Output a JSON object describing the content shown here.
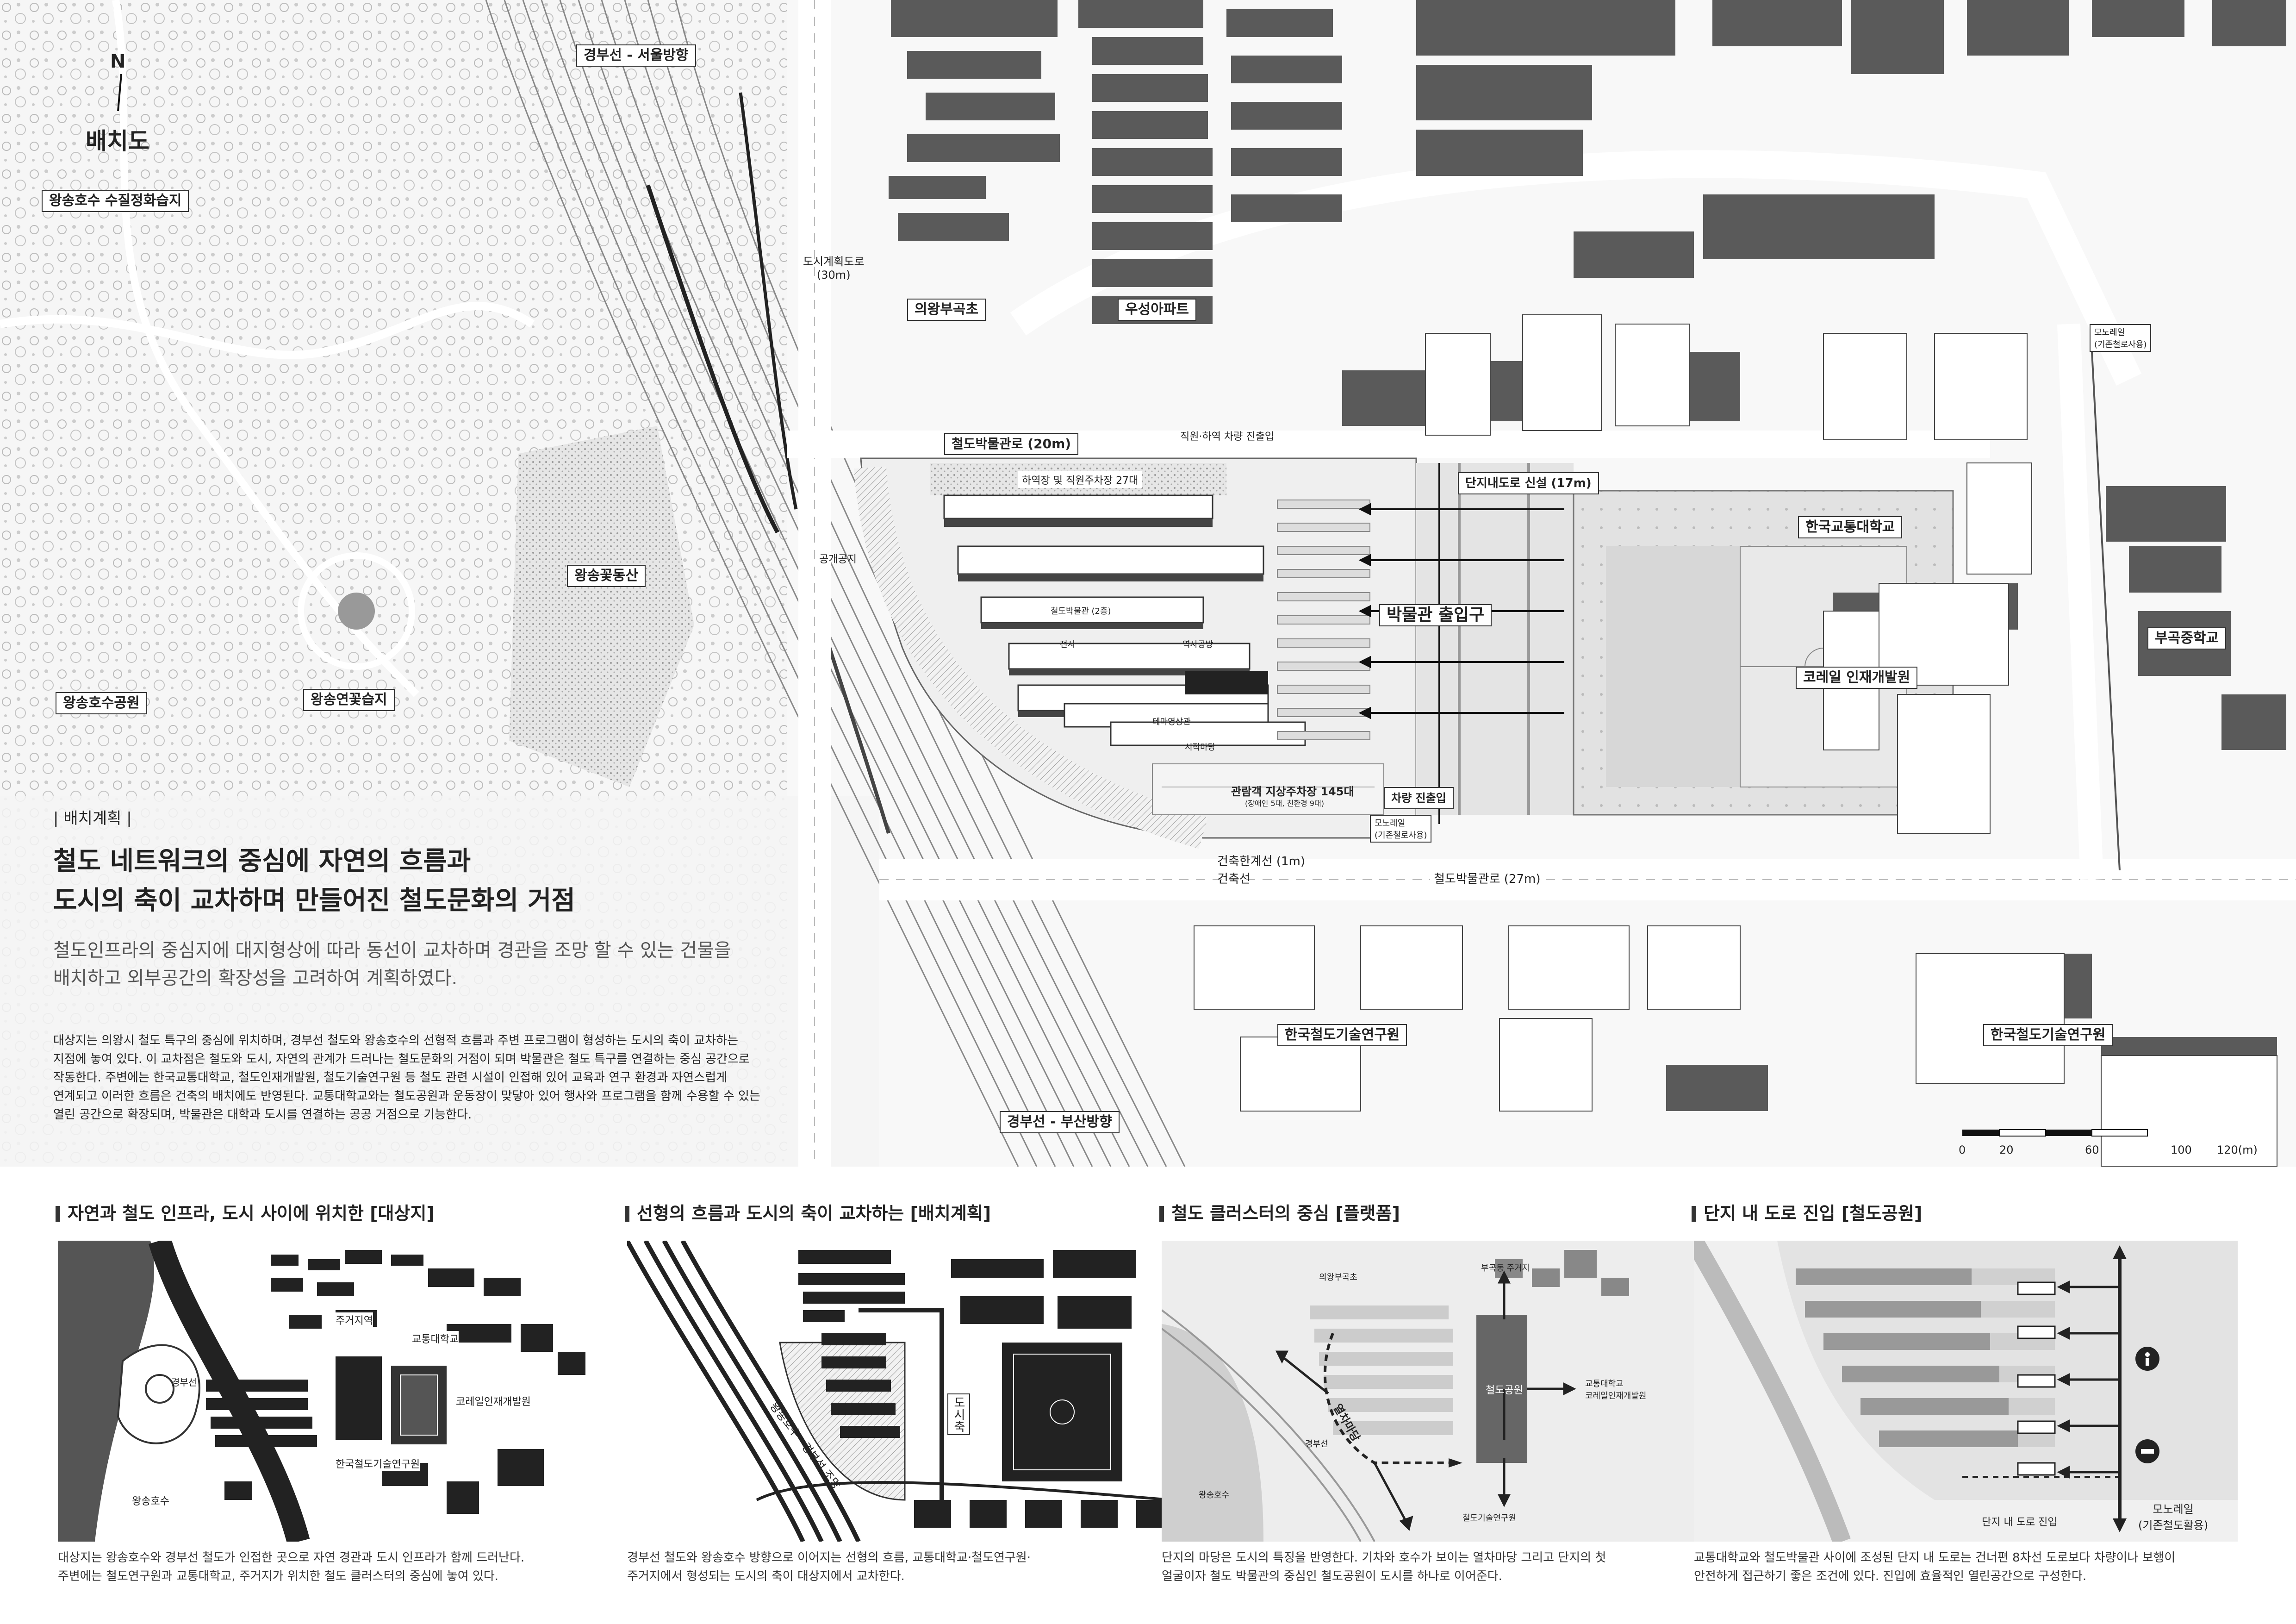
{
  "north_label": "N",
  "plan_title": "배치도",
  "labels": {
    "wetland_top": "왕송호수 수질정화습지",
    "railway_seoul": "경부선 - 서울방향",
    "city_road": "도시계획도로\n(30m)",
    "uiwang_school": "의왕부곡초",
    "woosung_apt": "우성아파트",
    "museum_road_20": "철도박물관로 (20m)",
    "staff_access": "직원·하역 차량 진출입",
    "complex_road": "단지내도로 신설 (17m)",
    "loading_parking": "하역장 및 직원주차장 27대",
    "public_space": "공개공지",
    "flower_hill": "왕송꽃동산",
    "museum_entrance": "박물관 출입구",
    "museum_2f": "철도박물관 (2층)",
    "exhibition": "전시",
    "history_hall": "역사공방",
    "theme_hall": "테마영상관",
    "platform": "시작마당",
    "visitor_parking": "관람객 지상주차장 145대",
    "visitor_parking_sub": "(장애인 5대, 친환경 9대)",
    "vehicle_access": "차량 진출입",
    "monorail": "모노레일\n(기존철로사용)",
    "monorail_top": "모노레일\n(기존철로사용)",
    "building_line": "건축한계선 (1m)",
    "building_line2": "건축선",
    "museum_road_27": "철도박물관로 (27m)",
    "wangsong_park": "왕송호수공원",
    "yeonkkot_wetland": "왕송연꽃습지",
    "knut": "한국교통대학교",
    "bugok_middle": "부곡중학교",
    "korail_hrd": "코레일 인재개발원",
    "krri_1": "한국철도기술연구원",
    "krri_2": "한국철도기술연구원",
    "railway_busan": "경부선 - 부산방향"
  },
  "plan_text": {
    "kicker": "| 배치계획 |",
    "heading_1": "철도 네트워크의 중심에 자연의 흐름과",
    "heading_2": "도시의 축이 교차하며 만들어진 철도문화의 거점",
    "lead_1": "철도인프라의 중심지에 대지형상에 따라 동선이 교차하며 경관을 조망 할 수 있는 건물을",
    "lead_2": "배치하고 외부공간의 확장성을 고려하여 계획하였다.",
    "body": [
      "대상지는 의왕시 철도 특구의 중심에 위치하며, 경부선 철도와 왕송호수의 선형적 흐름과 주변 프로그램이 형성하는 도시의 축이 교차하는",
      "지점에 놓여 있다. 이 교차점은 철도와 도시, 자연의 관계가 드러나는 철도문화의 거점이 되며 박물관은 철도 특구를 연결하는 중심 공간으로",
      "작동한다. 주변에는 한국교통대학교, 철도인재개발원, 철도기술연구원 등 철도 관련 시설이 인접해 있어 교육과 연구 환경과 자연스럽게",
      "연계되고 이러한 흐름은 건축의 배치에도 반영된다. 교통대학교와는 철도공원과 운동장이 맞닿아 있어 행사와 프로그램을 함께 수용할 수 있는",
      "열린 공간으로 확장되며, 박물관은 대학과 도시를 연결하는 공공 거점으로 기능한다."
    ]
  },
  "scale_bar": {
    "ticks": [
      "0",
      "20",
      "60",
      "100",
      "120(m)"
    ]
  },
  "panels": [
    {
      "title": "자연과 철도 인프라, 도시 사이에 위치한 [대상지]",
      "caption_1": "대상지는 왕송호수와 경부선 철도가 인접한 곳으로 자연 경관과 도시 인프라가 함께 드러난다.",
      "caption_2": "주변에는 철도연구원과 교통대학교, 주거지가 위치한 철도 클러스터의 중심에 놓여 있다.",
      "tags": {
        "residential": "주거지역",
        "univ": "교통대학교",
        "korail": "코레일인재개발원",
        "krri": "한국철도기술연구원",
        "lake": "왕송호수",
        "rail": "경부선"
      }
    },
    {
      "title": "선형의 흐름과 도시의 축이 교차하는 [배치계획]",
      "caption_1": "경부선 철도와 왕송호수 방향으로 이어지는 선형의 흐름, 교통대학교·철도연구원·",
      "caption_2": "주거지에서 형성되는 도시의 축이 대상지에서 교차한다.",
      "tags": {
        "flow": "왕송호수 · 경부선 조망",
        "axis": "도시축"
      }
    },
    {
      "title": "철도 클러스터의 중심 [플랫폼]",
      "caption_1": "단지의 마당은 도시의 특징을 반영한다. 기차와 호수가 보이는 열차마당 그리고 단지의 첫",
      "caption_2": "얼굴이자 철도 박물관의 중심인 철도공원이 도시를 하나로 이어준다.",
      "tags": {
        "school": "의왕부곡초",
        "bugok": "부곡동 주거지",
        "univ": "교통대학교\n코레일인재개발원",
        "park": "철도공원",
        "yard": "열차마당",
        "rail": "경부선",
        "lake": "왕송호수",
        "krri": "철도기술연구원"
      }
    },
    {
      "title": "단지 내 도로 진입 [철도공원]",
      "caption_1": "교통대학교와 철도박물관 사이에 조성된 단지 내 도로는 건너편 8차선 도로보다 차량이나 보행이",
      "caption_2": "안전하게 접근하기 좋은 조건에 있다. 진입에 효율적인 열린공간으로 구성한다.",
      "tags": {
        "road": "단지 내 도로 진입",
        "monorail": "모노레일\n(기존철도활용)"
      }
    }
  ],
  "colors": {
    "building_dark": "#5a5a5a",
    "ink": "#222222",
    "panel_bg": "#f4f4f4",
    "accent": "#444444"
  }
}
